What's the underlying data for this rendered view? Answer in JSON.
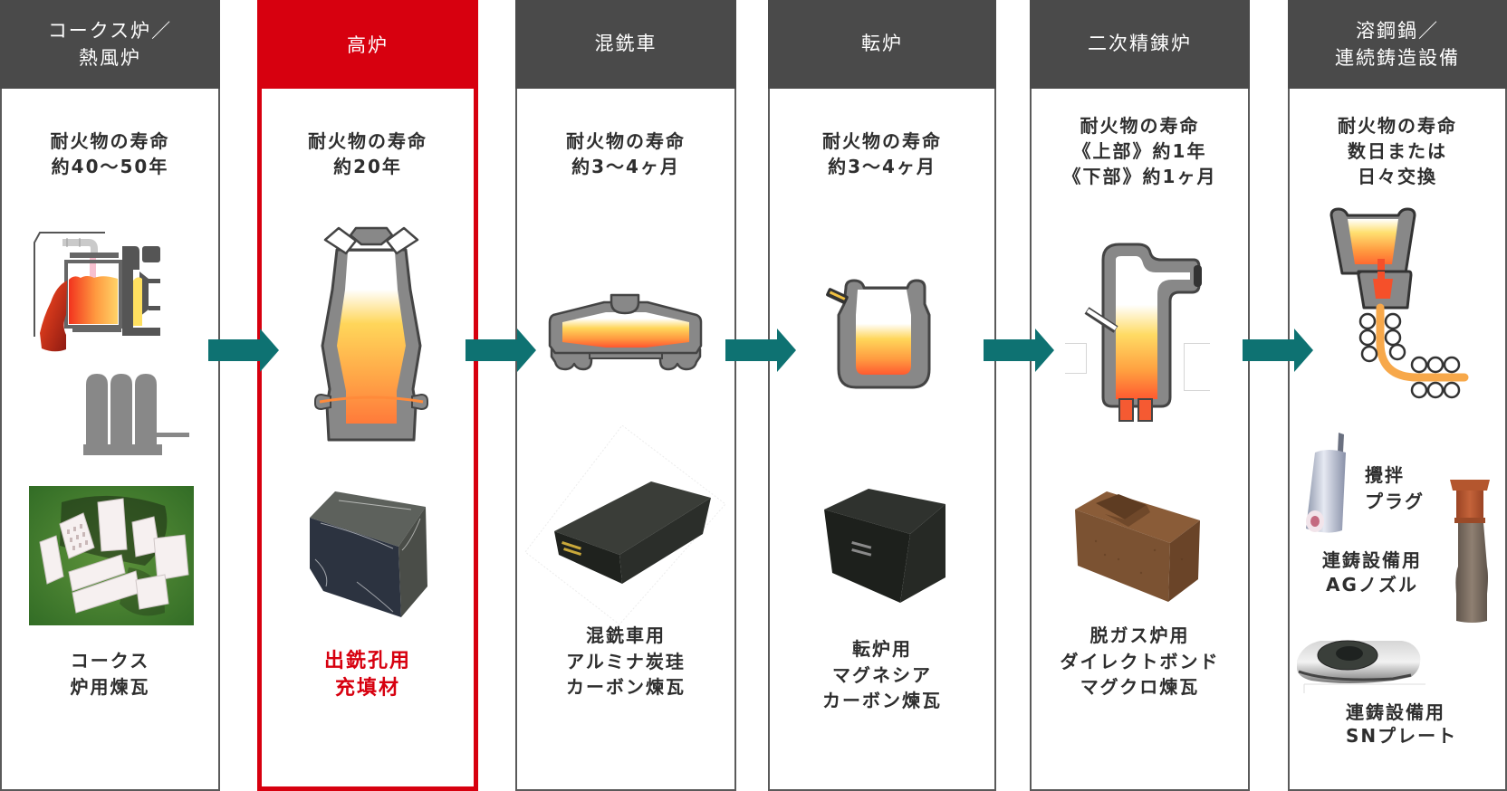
{
  "colors": {
    "header_bg": "#4a4a4a",
    "highlight": "#d7000f",
    "arrow": "#0e7272",
    "border": "#5a5a5a",
    "text": "#2e2e2e"
  },
  "flow_arrow_icon": "arrow-right-icon",
  "stages": [
    {
      "header": [
        "コークス炉／",
        "熱風炉"
      ],
      "life": [
        "耐火物の寿命",
        "約40～50年"
      ],
      "icons": [
        "coke-oven-icon",
        "hot-stove-icon"
      ],
      "products": [
        {
          "label": [
            "コークス",
            "炉用煉瓦"
          ],
          "image": "coke-oven-bricks-photo"
        }
      ],
      "highlight": false
    },
    {
      "header": [
        "高炉"
      ],
      "life": [
        "耐火物の寿命",
        "約20年"
      ],
      "icons": [
        "blast-furnace-icon"
      ],
      "products": [
        {
          "label": [
            "出銑孔用",
            "充填材"
          ],
          "image": "taphole-filler-photo"
        }
      ],
      "highlight": true
    },
    {
      "header": [
        "混銑車"
      ],
      "life": [
        "耐火物の寿命",
        "約3～4ヶ月"
      ],
      "icons": [
        "torpedo-car-icon"
      ],
      "products": [
        {
          "label": [
            "混銑車用",
            "アルミナ炭珪",
            "カーボン煉瓦"
          ],
          "image": "alumina-sic-carbon-brick-photo"
        }
      ],
      "highlight": false
    },
    {
      "header": [
        "転炉"
      ],
      "life": [
        "耐火物の寿命",
        "約3～4ヶ月"
      ],
      "icons": [
        "converter-icon"
      ],
      "products": [
        {
          "label": [
            "転炉用",
            "マグネシア",
            "カーボン煉瓦"
          ],
          "image": "magnesia-carbon-brick-photo"
        }
      ],
      "highlight": false
    },
    {
      "header": [
        "二次精錬炉"
      ],
      "life": [
        "耐火物の寿命",
        "《上部》約1年",
        "《下部》約1ヶ月"
      ],
      "icons": [
        "rh-degasser-icon"
      ],
      "products": [
        {
          "label": [
            "脱ガス炉用",
            "ダイレクトボンド",
            "マグクロ煉瓦"
          ],
          "image": "direct-bond-magchrome-brick-photo"
        }
      ],
      "highlight": false
    },
    {
      "header": [
        "溶鋼鍋／",
        "連続鋳造設備"
      ],
      "life": [
        "耐火物の寿命",
        "数日または",
        "日々交換"
      ],
      "icons": [
        "ladle-continuous-caster-icon"
      ],
      "products": [
        {
          "label": [
            "攪拌",
            "プラグ"
          ],
          "image": "stirring-plug-photo"
        },
        {
          "label": [
            "連鋳設備用",
            "AGノズル"
          ],
          "image": "ag-nozzle-photo"
        },
        {
          "label": [
            "連鋳設備用",
            "SNプレート"
          ],
          "image": "sn-plate-photo"
        }
      ],
      "highlight": false
    }
  ]
}
